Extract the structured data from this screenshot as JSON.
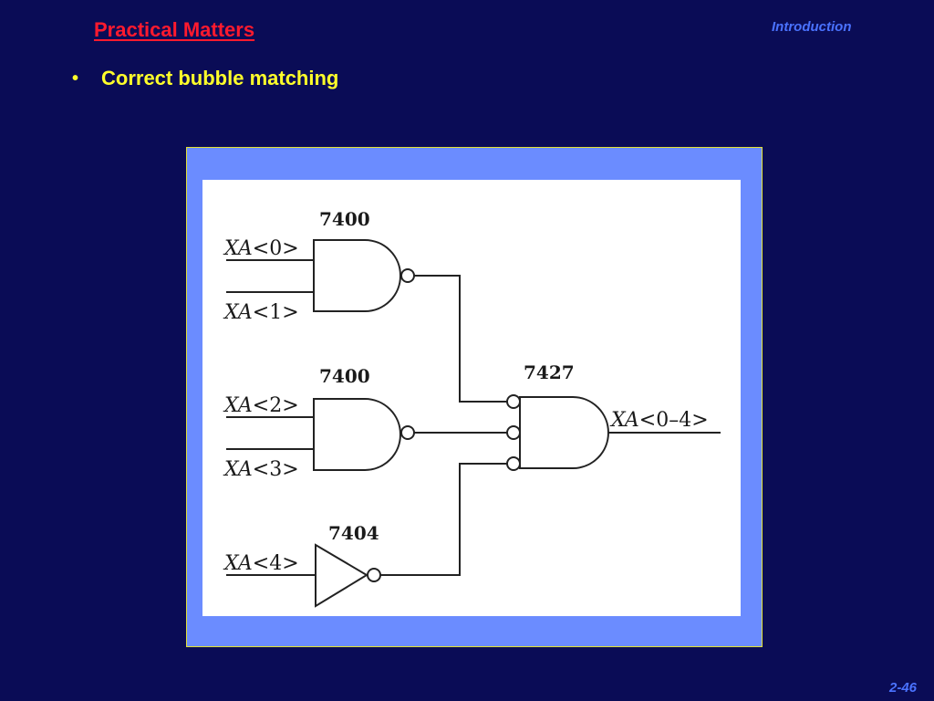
{
  "header": {
    "title": "Practical Matters",
    "section": "Introduction"
  },
  "bullets": [
    {
      "marker": "•",
      "text": "Correct bubble matching"
    }
  ],
  "diagram": {
    "parts": {
      "nand_top": "7400",
      "nand_bottom": "7400",
      "nor3": "7427",
      "inverter": "7404"
    },
    "inputs": [
      {
        "name": "XA",
        "suffix": "<0>"
      },
      {
        "name": "XA",
        "suffix": "<1>"
      },
      {
        "name": "XA",
        "suffix": "<2>"
      },
      {
        "name": "XA",
        "suffix": "<3>"
      },
      {
        "name": "XA",
        "suffix": "<4>"
      }
    ],
    "output": {
      "name": "XA",
      "suffix": "<0–4>"
    }
  },
  "footer": {
    "page": "2-46"
  }
}
